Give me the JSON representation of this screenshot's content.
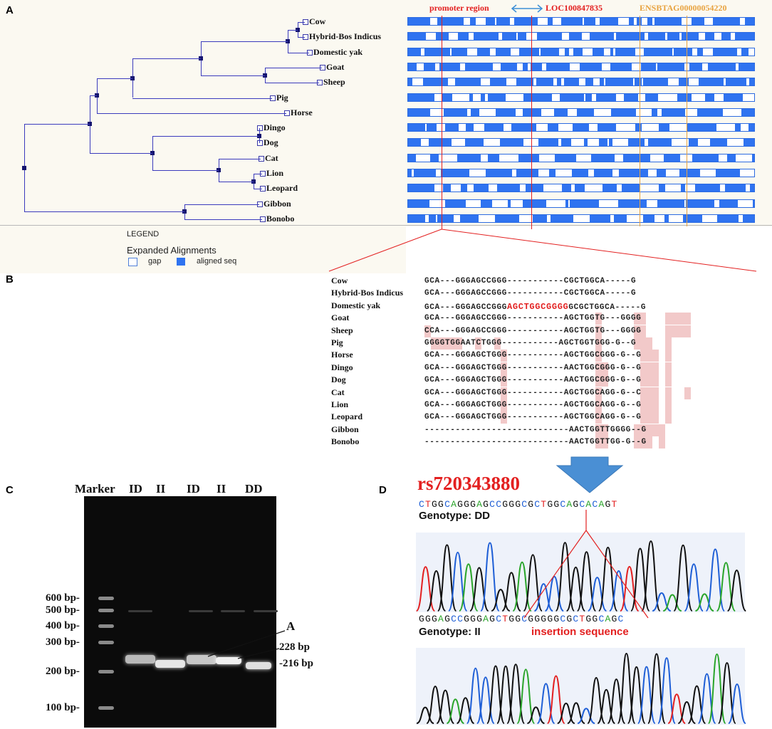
{
  "panels": {
    "a": "A",
    "b": "B",
    "c": "C",
    "d": "D"
  },
  "panel_a": {
    "species": [
      "Cow",
      "Hybrid-Bos Indicus",
      "Domestic yak",
      "Goat",
      "Sheep",
      "Pig",
      "Horse",
      "Dingo",
      "Dog",
      "Cat",
      "Lion",
      "Leopard",
      "Gibbon",
      "Bonobo"
    ],
    "labels": {
      "promoter": "promoter region",
      "loc": "LOC100847835",
      "ensb": "ENSBTAG00000054220"
    },
    "legend": {
      "title": "LEGEND",
      "subtitle": "Expanded Alignments",
      "gap": "gap",
      "aligned": "aligned seq"
    },
    "colors": {
      "aligned": "#2f73f0",
      "promoter_line": "#e32020",
      "ensb_line": "#e8a340",
      "tree": "#3b3bbd"
    }
  },
  "panel_b": {
    "rows": [
      {
        "name": "Cow",
        "seq": "GCA---GGGAGCCGGG-----------CGCTGGCA-----G"
      },
      {
        "name": "Hybrid-Bos Indicus",
        "seq": "GCA---GGGAGCCGGG-----------CGCTGGCA-----G"
      },
      {
        "name": "Domestic yak",
        "seq": "GCA---GGGAGCCGGGAGCTGGCGGGGGCGCTGGCA-----G"
      },
      {
        "name": "Goat",
        "seq": "GCA---GGGAGCCGGG-----------AGCTGGTG---GGGG"
      },
      {
        "name": "Sheep",
        "seq": "CCA---GGGAGCCGGG-----------AGCTGGTG---GGGG"
      },
      {
        "name": "Pig",
        "seq": "GGGGTGGAATCTGGG-----------AGCTGGTGGG-G--G"
      },
      {
        "name": "Horse",
        "seq": "GCA---GGGAGCTGGG-----------AGCTGGCGGG-G--G"
      },
      {
        "name": "Dingo",
        "seq": "GCA---GGGAGCTGGG-----------AACTGGCGGG-G--G"
      },
      {
        "name": "Dog",
        "seq": "GCA---GGGAGCTGGG-----------AACTGGCGGG-G--G"
      },
      {
        "name": "Cat",
        "seq": "GCA---GGGAGCTGGG-----------AGCTGGCAGG-G--C"
      },
      {
        "name": "Lion",
        "seq": "GCA---GGGAGCTGGG-----------AGCTGGCAGG-G--G"
      },
      {
        "name": "Leopard",
        "seq": "GCA---GGGAGCTGGG-----------AGCTGGCAGG-G--G"
      },
      {
        "name": "Gibbon",
        "seq": "----------------------------AACTGGTTGGGG--G"
      },
      {
        "name": "Bonobo",
        "seq": "----------------------------AACTGGTTGG-G--G"
      }
    ],
    "insertion_color": "#e32020"
  },
  "panel_c": {
    "lanes": [
      "Marker",
      "ID",
      "II",
      "ID",
      "II",
      "DD"
    ],
    "markers": [
      "600 bp-",
      "500 bp-",
      "400 bp-",
      "300 bp-",
      "200 bp-",
      "100 bp-"
    ],
    "annotation_a": "A",
    "band_228": "228 bp",
    "band_216": "-216 bp"
  },
  "panel_d": {
    "snp": "rs720343880",
    "seq_dd": "CTGGCAGGGAGCCGGGCGCTGGCAGCACAGT",
    "genotype_dd": "Genotype: DD",
    "seq_ii": "GGGAGCCGGGAGCTGGCGGGGGCGCTGGCAGC",
    "genotype_ii": "Genotype: II",
    "insertion": "insertion sequence",
    "base_colors": {
      "A": "#2aa52a",
      "C": "#1f5fd6",
      "G": "#111111",
      "T": "#e32020"
    }
  }
}
